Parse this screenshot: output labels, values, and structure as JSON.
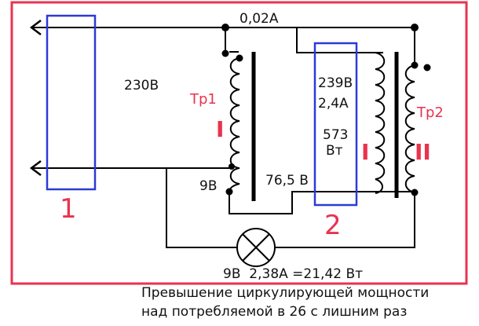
{
  "labels": {
    "current_top": "0,02А",
    "voltage_input": "230В",
    "tr1_name": "Тр1",
    "tr1_winding": "I",
    "tr2_winding_primary": "I",
    "tr2_name": "Тр2",
    "tr2_winding_secondary": "II",
    "voltage_9v_left": "9В",
    "voltage_76": "76,5 В",
    "meas_voltage": "239В",
    "meas_current": "2,4А",
    "meas_power_value": "573",
    "meas_power_unit": "Вт",
    "box1_number": "1",
    "box2_number": "2",
    "lamp_reading": "9В  2,38А =21,42 Вт"
  },
  "caption": {
    "line1": "Превышение циркулирующей  мощности",
    "line2": "над потребляемой в 26 с лишним раз"
  },
  "colors": {
    "border": "#e8334f",
    "box": "#2a3bd6",
    "wire": "#000000",
    "red_text": "#e8334f"
  }
}
